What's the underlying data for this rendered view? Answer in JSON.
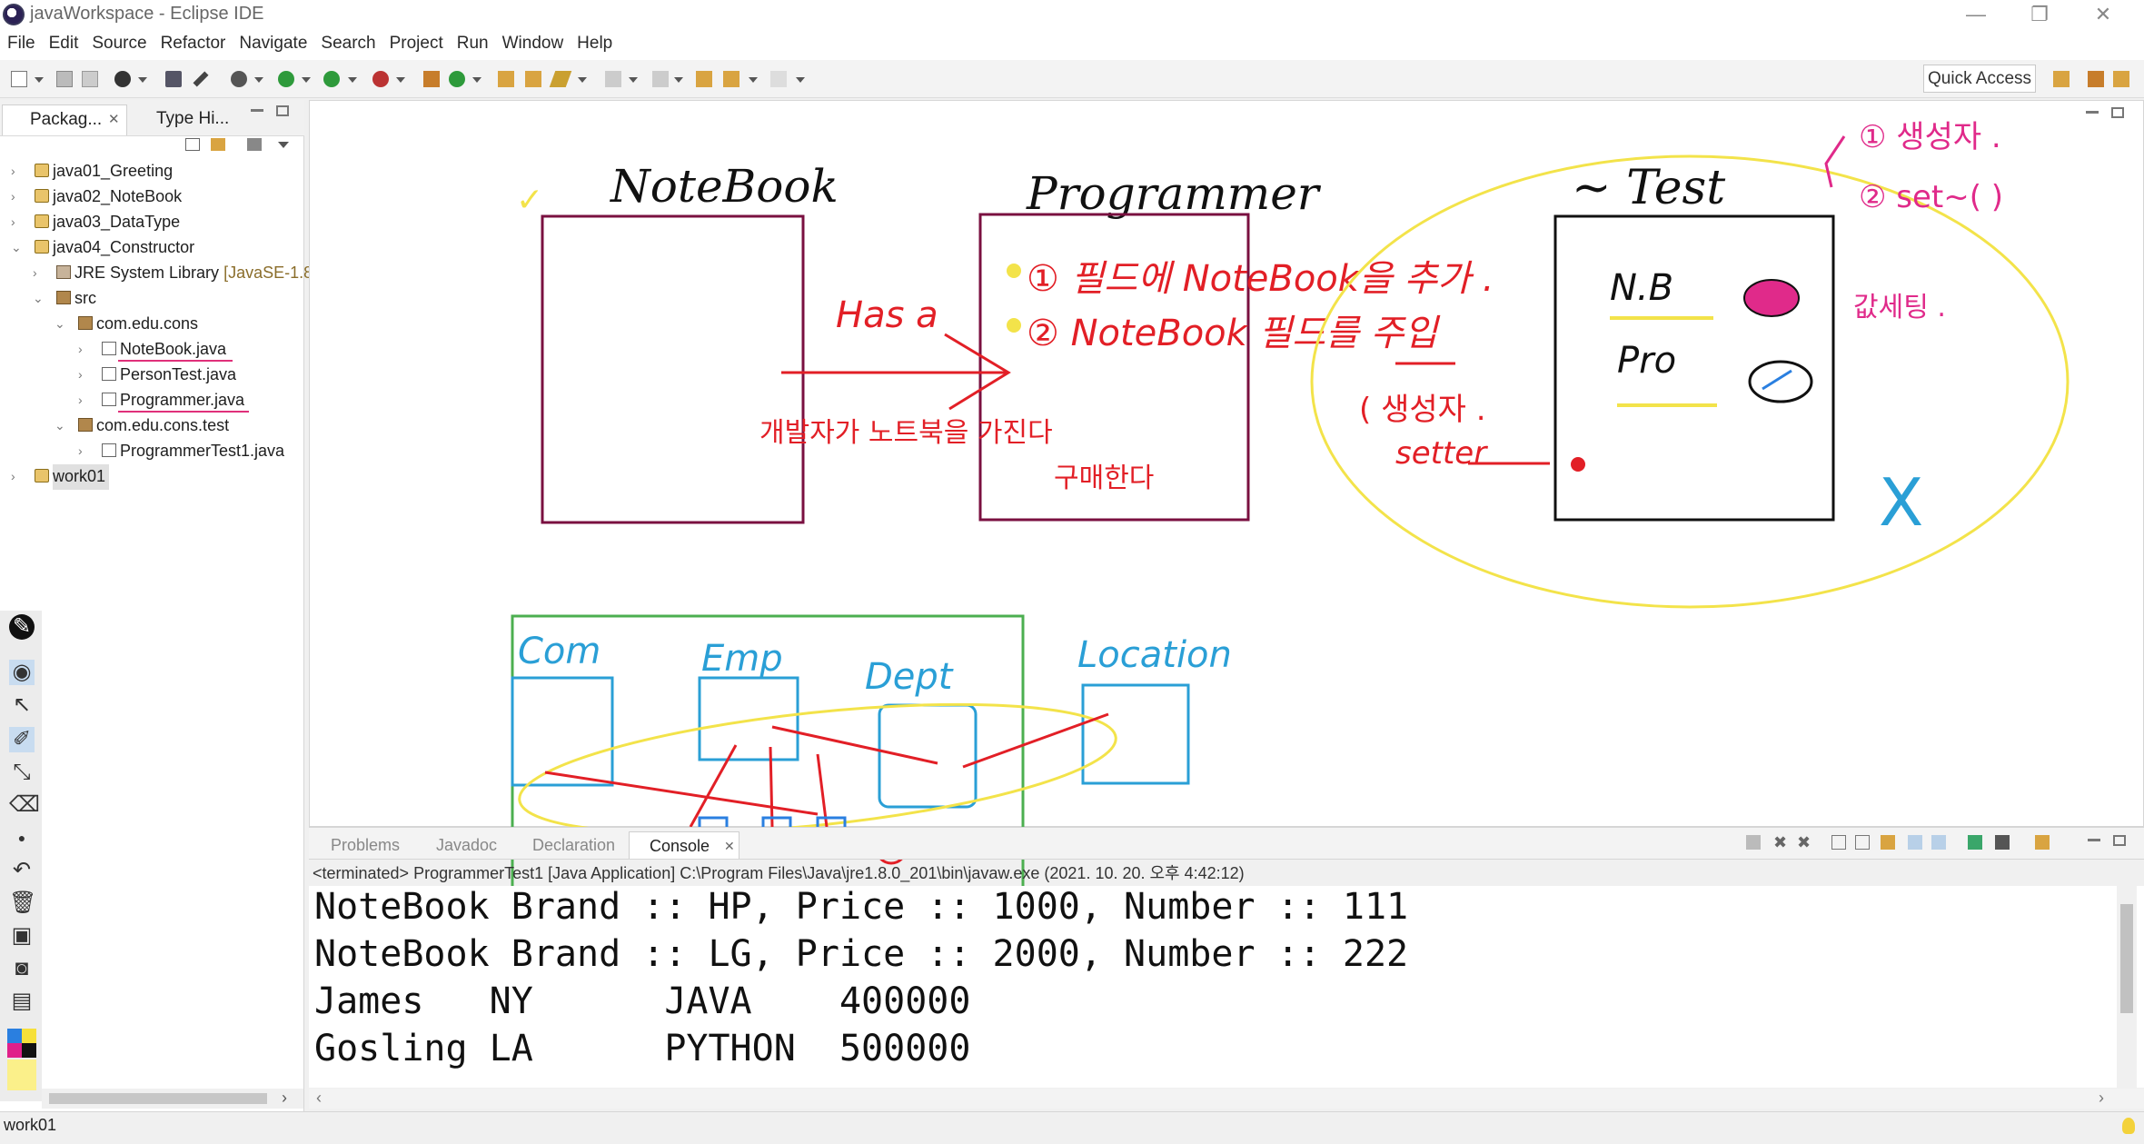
{
  "window": {
    "title": "javaWorkspace - Eclipse IDE",
    "minimize": "—",
    "restore": "❐",
    "close": "✕"
  },
  "menu": [
    "File",
    "Edit",
    "Source",
    "Refactor",
    "Navigate",
    "Search",
    "Project",
    "Run",
    "Window",
    "Help"
  ],
  "toolbar": {
    "quick_access": "Quick Access"
  },
  "explorer": {
    "tabs": [
      "Packag...",
      "Type Hi..."
    ],
    "tree": [
      {
        "label": "java01_Greeting",
        "icon": "project-icon"
      },
      {
        "label": "java02_NoteBook",
        "icon": "project-icon"
      },
      {
        "label": "java03_DataType",
        "icon": "project-icon"
      },
      {
        "label": "java04_Constructor",
        "icon": "project-icon"
      },
      {
        "label": "JRE System Library",
        "suffix": "[JavaSE-1.8",
        "icon": "library-icon"
      },
      {
        "label": "src",
        "icon": "source-folder-icon"
      },
      {
        "label": "com.edu.cons",
        "icon": "package-icon"
      },
      {
        "label": "NoteBook.java",
        "icon": "java-file-icon"
      },
      {
        "label": "PersonTest.java",
        "icon": "java-file-icon"
      },
      {
        "label": "Programmer.java",
        "icon": "java-file-icon"
      },
      {
        "label": "com.edu.cons.test",
        "icon": "package-icon"
      },
      {
        "label": "ProgrammerTest1.java",
        "icon": "java-file-icon"
      },
      {
        "label": "work01",
        "icon": "project-icon"
      }
    ]
  },
  "whiteboard": {
    "notebook_label": "NoteBook",
    "programmer_label": "Programmer",
    "test_label": "~ Test",
    "has_a": "Has a",
    "desc_line1": "개발자가 노트북을 가진다",
    "desc_line2": "구매한다",
    "step1": "① 필드에 NoteBook을 추가 .",
    "step2": "② NoteBook 필드를 주입",
    "inject1": "( 생성자 .",
    "inject2": "setter",
    "nb": "N.B",
    "pro": "Pro",
    "note1": "① 생성자 .",
    "note2": "② set~( )",
    "note3": "값세팅 .",
    "com": "Com",
    "emp": "Emp",
    "dept": "Dept",
    "location": "Location",
    "x_mark": "X",
    "check": "✓"
  },
  "console": {
    "tabs": [
      "Problems",
      "Javadoc",
      "Declaration",
      "Console"
    ],
    "info": "<terminated> ProgrammerTest1 [Java Application] C:\\Program Files\\Java\\jre1.8.0_201\\bin\\javaw.exe (2021. 10. 20. 오후 4:42:12)",
    "lines": [
      "NoteBook Brand :: HP, Price :: 1000, Number :: 111",
      "NoteBook Brand :: LG, Price :: 2000, Number :: 222",
      "James   NY      JAVA    400000",
      "Gosling LA      PYTHON  500000"
    ]
  },
  "status": {
    "text": "work01"
  },
  "colors": {
    "red_ink": "#e21f26",
    "black_ink": "#111111",
    "blue_ink": "#2a9fd6",
    "pink_ink": "#e02a8a",
    "yellow_ink": "#f3e34a",
    "green_box": "#4caf50",
    "maroon_box": "#7a1040"
  }
}
